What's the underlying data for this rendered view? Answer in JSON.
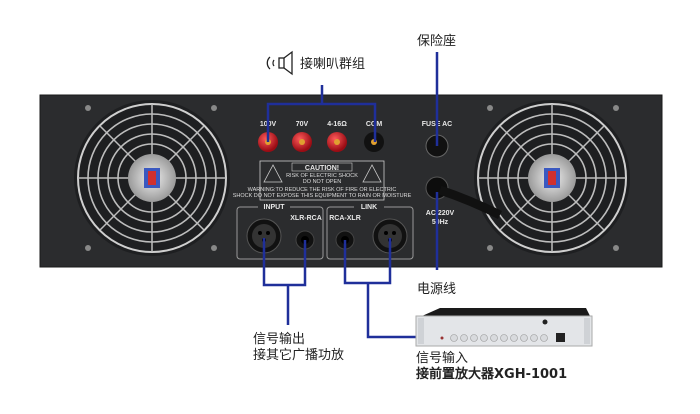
{
  "labels": {
    "speaker_group": "接喇叭群组",
    "fuse_holder": "保险座",
    "power_cord": "电源线",
    "signal_out_line1": "信号输出",
    "signal_out_line2": "接其它广播功放",
    "signal_in_line1": "信号输入",
    "signal_in_line2": "接前置放大器XGH-1001"
  },
  "panel": {
    "terminals": [
      "100V",
      "70V",
      "4-16Ω",
      "COM"
    ],
    "fuse": "FUSE AC",
    "ac": "AC 220V",
    "hz": "50Hz",
    "caution_title": "CAUTION!",
    "caution_line1": "RISK OF ELECTRIC SHOCK",
    "caution_line2": "DO NOT OPEN",
    "warning_line1": "WARNING:TO REDUCE THE RISK OF FIRE OR ELECTRIC",
    "warning_line2": "SHOCK DO NOT EXPOSE THIS EQUIPMENT TO RAIN OR MOISTURE",
    "input": "INPUT",
    "link": "LINK",
    "xlr_rca": "XLR-RCA",
    "rca_xlr": "RCA-XLR"
  },
  "colors": {
    "wire": "#1f2f9a",
    "panel": "#2b2c2e",
    "terminal_red": "#c8101c"
  }
}
